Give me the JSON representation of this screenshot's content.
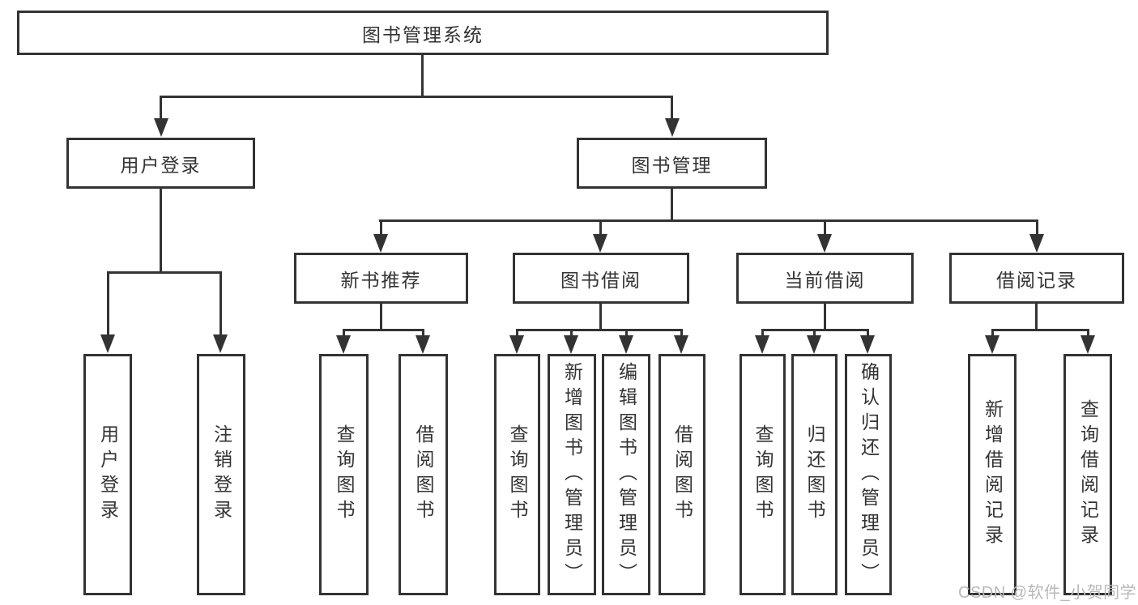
{
  "colors": {
    "line": "#333333",
    "text": "#333333",
    "background": "#ffffff",
    "watermark": "#b9b9b9"
  },
  "root": {
    "label": "图书管理系统"
  },
  "level2": [
    {
      "label": "用户登录"
    },
    {
      "label": "图书管理"
    }
  ],
  "level3": [
    {
      "label": "新书推荐",
      "parent": "图书管理"
    },
    {
      "label": "图书借阅",
      "parent": "图书管理"
    },
    {
      "label": "当前借阅",
      "parent": "图书管理"
    },
    {
      "label": "借阅记录",
      "parent": "图书管理"
    }
  ],
  "leaves": [
    {
      "label": "用户登录",
      "parent": "用户登录"
    },
    {
      "label": "注销登录",
      "parent": "用户登录"
    },
    {
      "label": "查询图书",
      "parent": "新书推荐"
    },
    {
      "label": "借阅图书",
      "parent": "新书推荐"
    },
    {
      "label": "查询图书",
      "parent": "图书借阅"
    },
    {
      "label": "新增图书（管理员）",
      "parent": "图书借阅"
    },
    {
      "label": "编辑图书（管理员）",
      "parent": "图书借阅"
    },
    {
      "label": "借阅图书",
      "parent": "图书借阅"
    },
    {
      "label": "查询图书",
      "parent": "当前借阅"
    },
    {
      "label": "归还图书",
      "parent": "当前借阅"
    },
    {
      "label": "确认归还（管理员）",
      "parent": "当前借阅"
    },
    {
      "label": "新增借阅记录",
      "parent": "借阅记录"
    },
    {
      "label": "查询借阅记录",
      "parent": "借阅记录"
    }
  ],
  "watermark": {
    "text": "CSDN @软件_小贺同学"
  }
}
